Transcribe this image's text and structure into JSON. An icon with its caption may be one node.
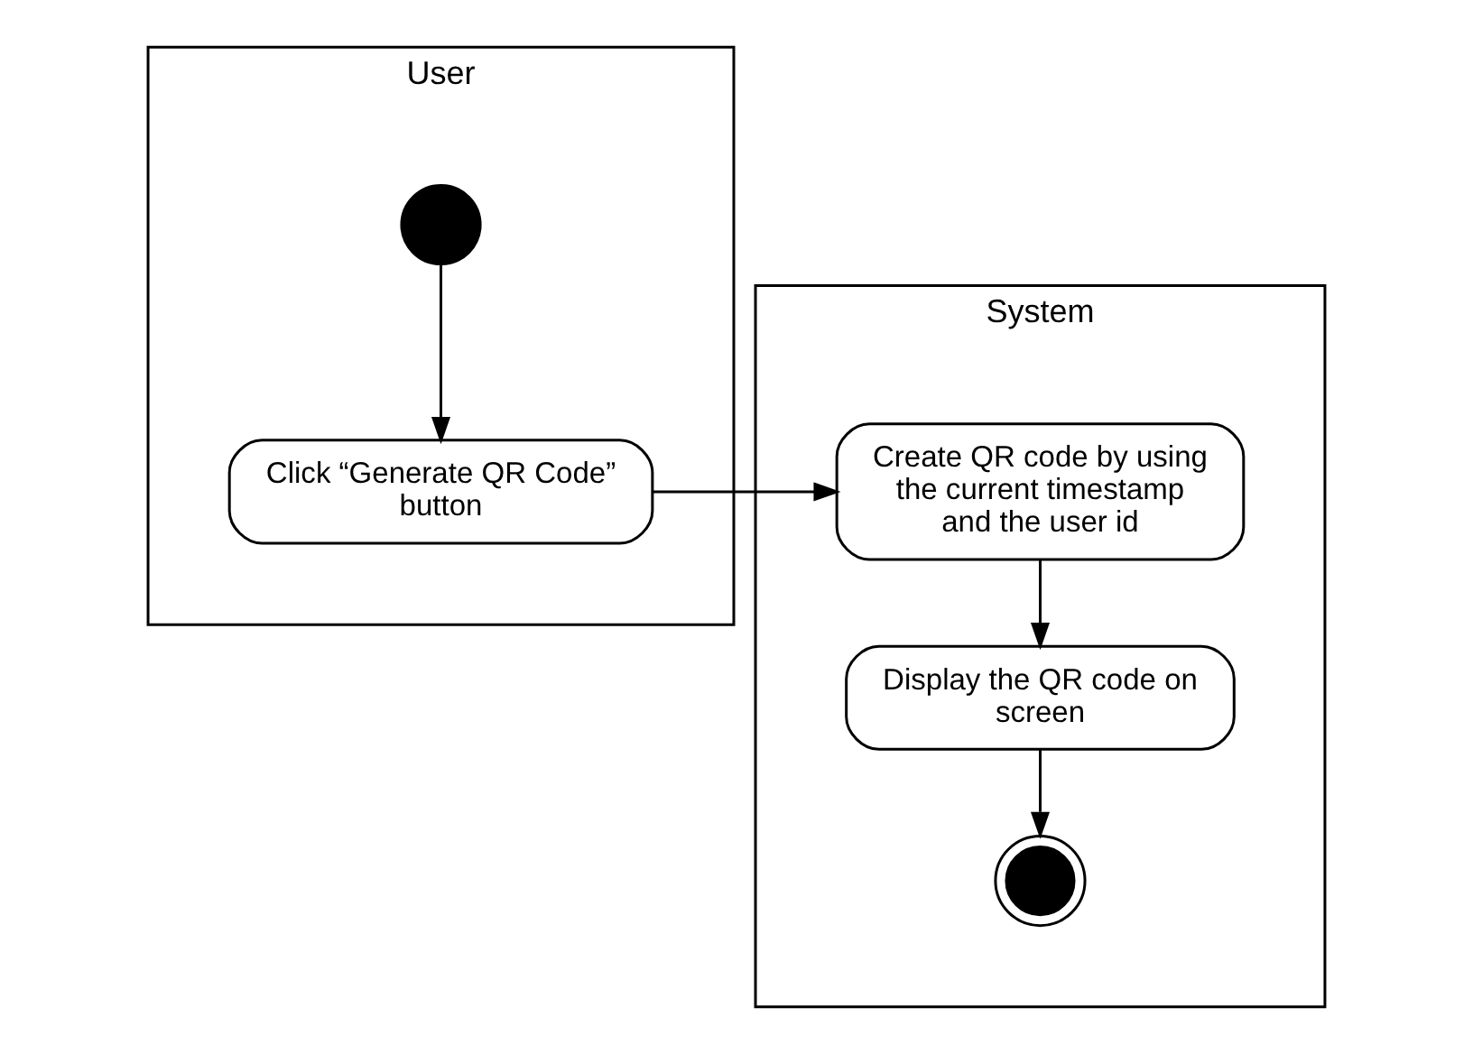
{
  "diagram": {
    "nodes": [
      {
        "text": [
          "User"
        ]
      },
      {
        "text": [
          "System"
        ]
      },
      {
        "text": [],
        "shape": "circle",
        "in": 0
      },
      {
        "text": [
          "Click “Generate QR Code” button"
        ],
        "in": 0
      },
      {
        "text": [
          "Create QR code by using the current timestamp and the user id"
        ],
        "in": 1
      },
      {
        "text": [
          "Display the QR code on screen"
        ],
        "in": 1
      },
      {
        "text": [],
        "shape": "circle",
        "in": 1
      }
    ],
    "edges": [
      {
        "from": 2,
        "to": 3,
        "arrow": "to"
      },
      {
        "from": 3,
        "to": 4,
        "arrow": "to"
      },
      {
        "from": 4,
        "to": 5,
        "arrow": "to"
      },
      {
        "from": 5,
        "to": 6,
        "arrow": "to"
      }
    ]
  }
}
